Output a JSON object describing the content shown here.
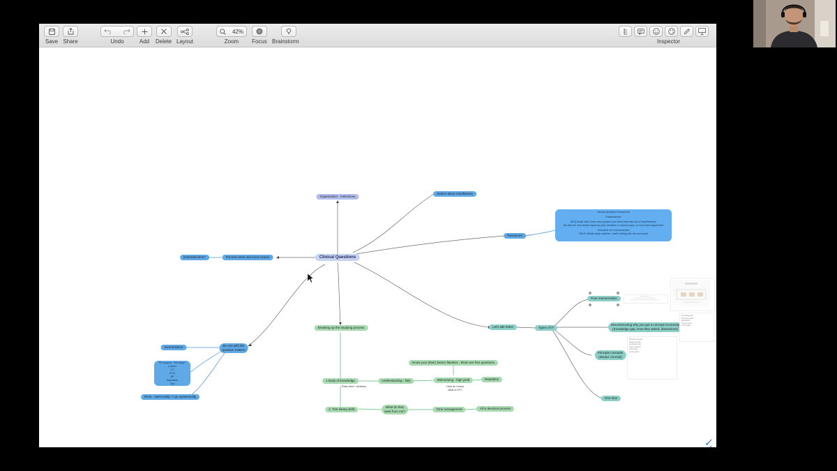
{
  "toolbar": {
    "save": "Save",
    "share": "Share",
    "undo": "Undo",
    "add": "Add",
    "delete": "Delete",
    "layout": "Layout",
    "zoom_label": "Zoom",
    "zoom_value": "42%",
    "focus": "Focus",
    "brainstorm": "Brainstorm",
    "inspector": "Inspector"
  },
  "mindmap": {
    "root": "Clinical Questions",
    "organization": "Organization - meticulous",
    "station": "Station about mindfulness",
    "resources": "Resources",
    "resources_box": {
      "title": "Clinical Questions Resources",
      "subtitle": "Passmedicine",
      "line1": "MCQ Bank: didn't have any question from there that was not in PassMedicine",
      "line2": "But did see very similar topics as pass medicine in various ways, so not a bad supplement",
      "line3": "Emedical: not recommended",
      "line4": "RACP official study material - worth nothing like the real board"
    },
    "pretest": "Pre-test week and mock exams",
    "debriefed": "Debriefed time?",
    "breaking": "Breaking up the studying process",
    "body_knowledge": "1 Body of knowledge",
    "pass_note": "Pass Med + Amboss",
    "understanding": "Understanding - fully",
    "memorising": "Memorising - high yield",
    "know_your": "Know your (their) basics flawless - those are free questions",
    "repetition": "Repetition",
    "how_do": "How do I know",
    "what_is": "what is HYT",
    "test_taking": "2. Test taking skills",
    "what_do_1": "What do they",
    "what_do_2": "want from me?",
    "time_management": "Time management",
    "all_is": "All is decision process",
    "be_one_1": "Be one with the",
    "be_one_2": "question makers",
    "memorization": "memorization",
    "pe_box": {
      "l1": "PE suspect - Red flags?",
      "l2": "d-dimer",
      "l3": "CT",
      "l4": "ECG",
      "l5": "BP",
      "l6": "Saturation",
      "l7": "Tips"
    },
    "emin": "Emin - start locally -> go systemically",
    "lets_talk": "Let's talk KNIG",
    "types": "Types of IT",
    "pure_mem": "Pure memorization",
    "decon_1": "Deconstructing why you get a concept incorrectly",
    "decon_2": "(Knowledge gap, How they asked, distractions)",
    "principle_1": "Principle concepts",
    "principle_2": "(always concept)",
    "one_time": "One time"
  },
  "previews": {
    "decon_lines": [
      "Knowledge gap",
      "How they asked",
      "distractions",
      "concept notes",
      "review again"
    ],
    "principle_lines": [
      "Principle concepts",
      "always concept",
      "mechanism first",
      "exam frequency",
      "cross topics",
      "revisit weekly"
    ]
  },
  "colors": {
    "purple_node": "#b3bfee",
    "blue_node": "#5fa9e6",
    "green_node": "#a9dbb2",
    "teal_node": "#8dd0c7",
    "link": "#6a6a6a",
    "blue_link": "#4d96d8"
  }
}
